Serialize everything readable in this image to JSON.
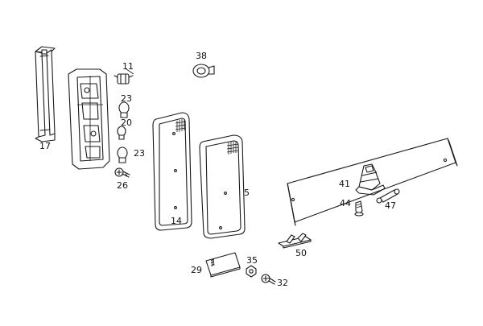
{
  "diagram": {
    "callouts": {
      "p17": "17",
      "p11": "11",
      "p23a": "23",
      "p20": "20",
      "p23b": "23",
      "p26": "26",
      "p38": "38",
      "p14": "14",
      "p5": "5",
      "p41": "41",
      "p44": "44",
      "p47": "47",
      "p50": "50",
      "p29": "29",
      "p35": "35",
      "p32": "32"
    }
  }
}
